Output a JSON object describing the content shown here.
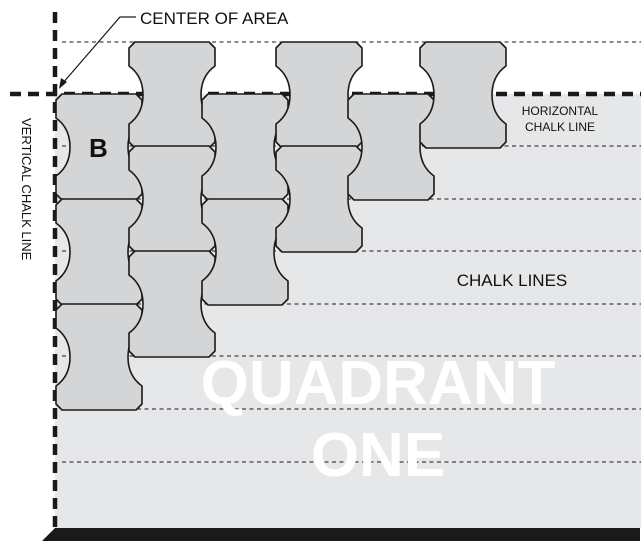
{
  "diagram": {
    "labels": {
      "center_of_area": "CENTER OF AREA",
      "horizontal_chalk_line_1": "HORIZONTAL",
      "horizontal_chalk_line_2": "CHALK LINE",
      "vertical_chalk_line": "VERTICAL CHALK LINE",
      "chalk_lines": "CHALK LINES",
      "start_marker": "B",
      "quadrant_1": "QUADRANT",
      "quadrant_2": "ONE"
    },
    "colors": {
      "quadrant_fill": "#e6e7e9",
      "paver_fill": "#d4d5d7",
      "line": "#1a1a1a",
      "quadrant_text": "#ffffff"
    }
  }
}
